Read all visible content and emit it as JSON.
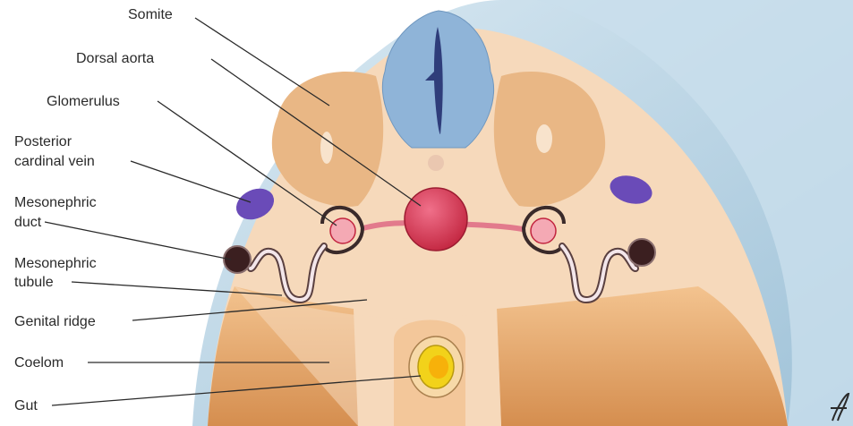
{
  "labels": {
    "somite": "Somite",
    "dorsal_aorta": "Dorsal aorta",
    "glomerulus": "Glomerulus",
    "posterior_cardinal_vein_line1": "Posterior",
    "posterior_cardinal_vein_line2": "cardinal vein",
    "mesonephric_duct_line1": "Mesonephric",
    "mesonephric_duct_line2": "duct",
    "mesonephric_tubule_line1": "Mesonephric",
    "mesonephric_tubule_line2": "tubule",
    "genital_ridge": "Genital ridge",
    "coelom": "Coelom",
    "gut": "Gut"
  },
  "colors": {
    "ectoderm_blue": "#bcd6e6",
    "mesoderm_peach": "#f6d8b8",
    "somite_tan": "#e9b785",
    "neural_tube_blue": "#8fb4d8",
    "aorta_red": "#d63a55",
    "vein_purple": "#6a4bb8",
    "gut_yellow": "#f2d21a",
    "coelom_shadow": "#d79a5a"
  }
}
